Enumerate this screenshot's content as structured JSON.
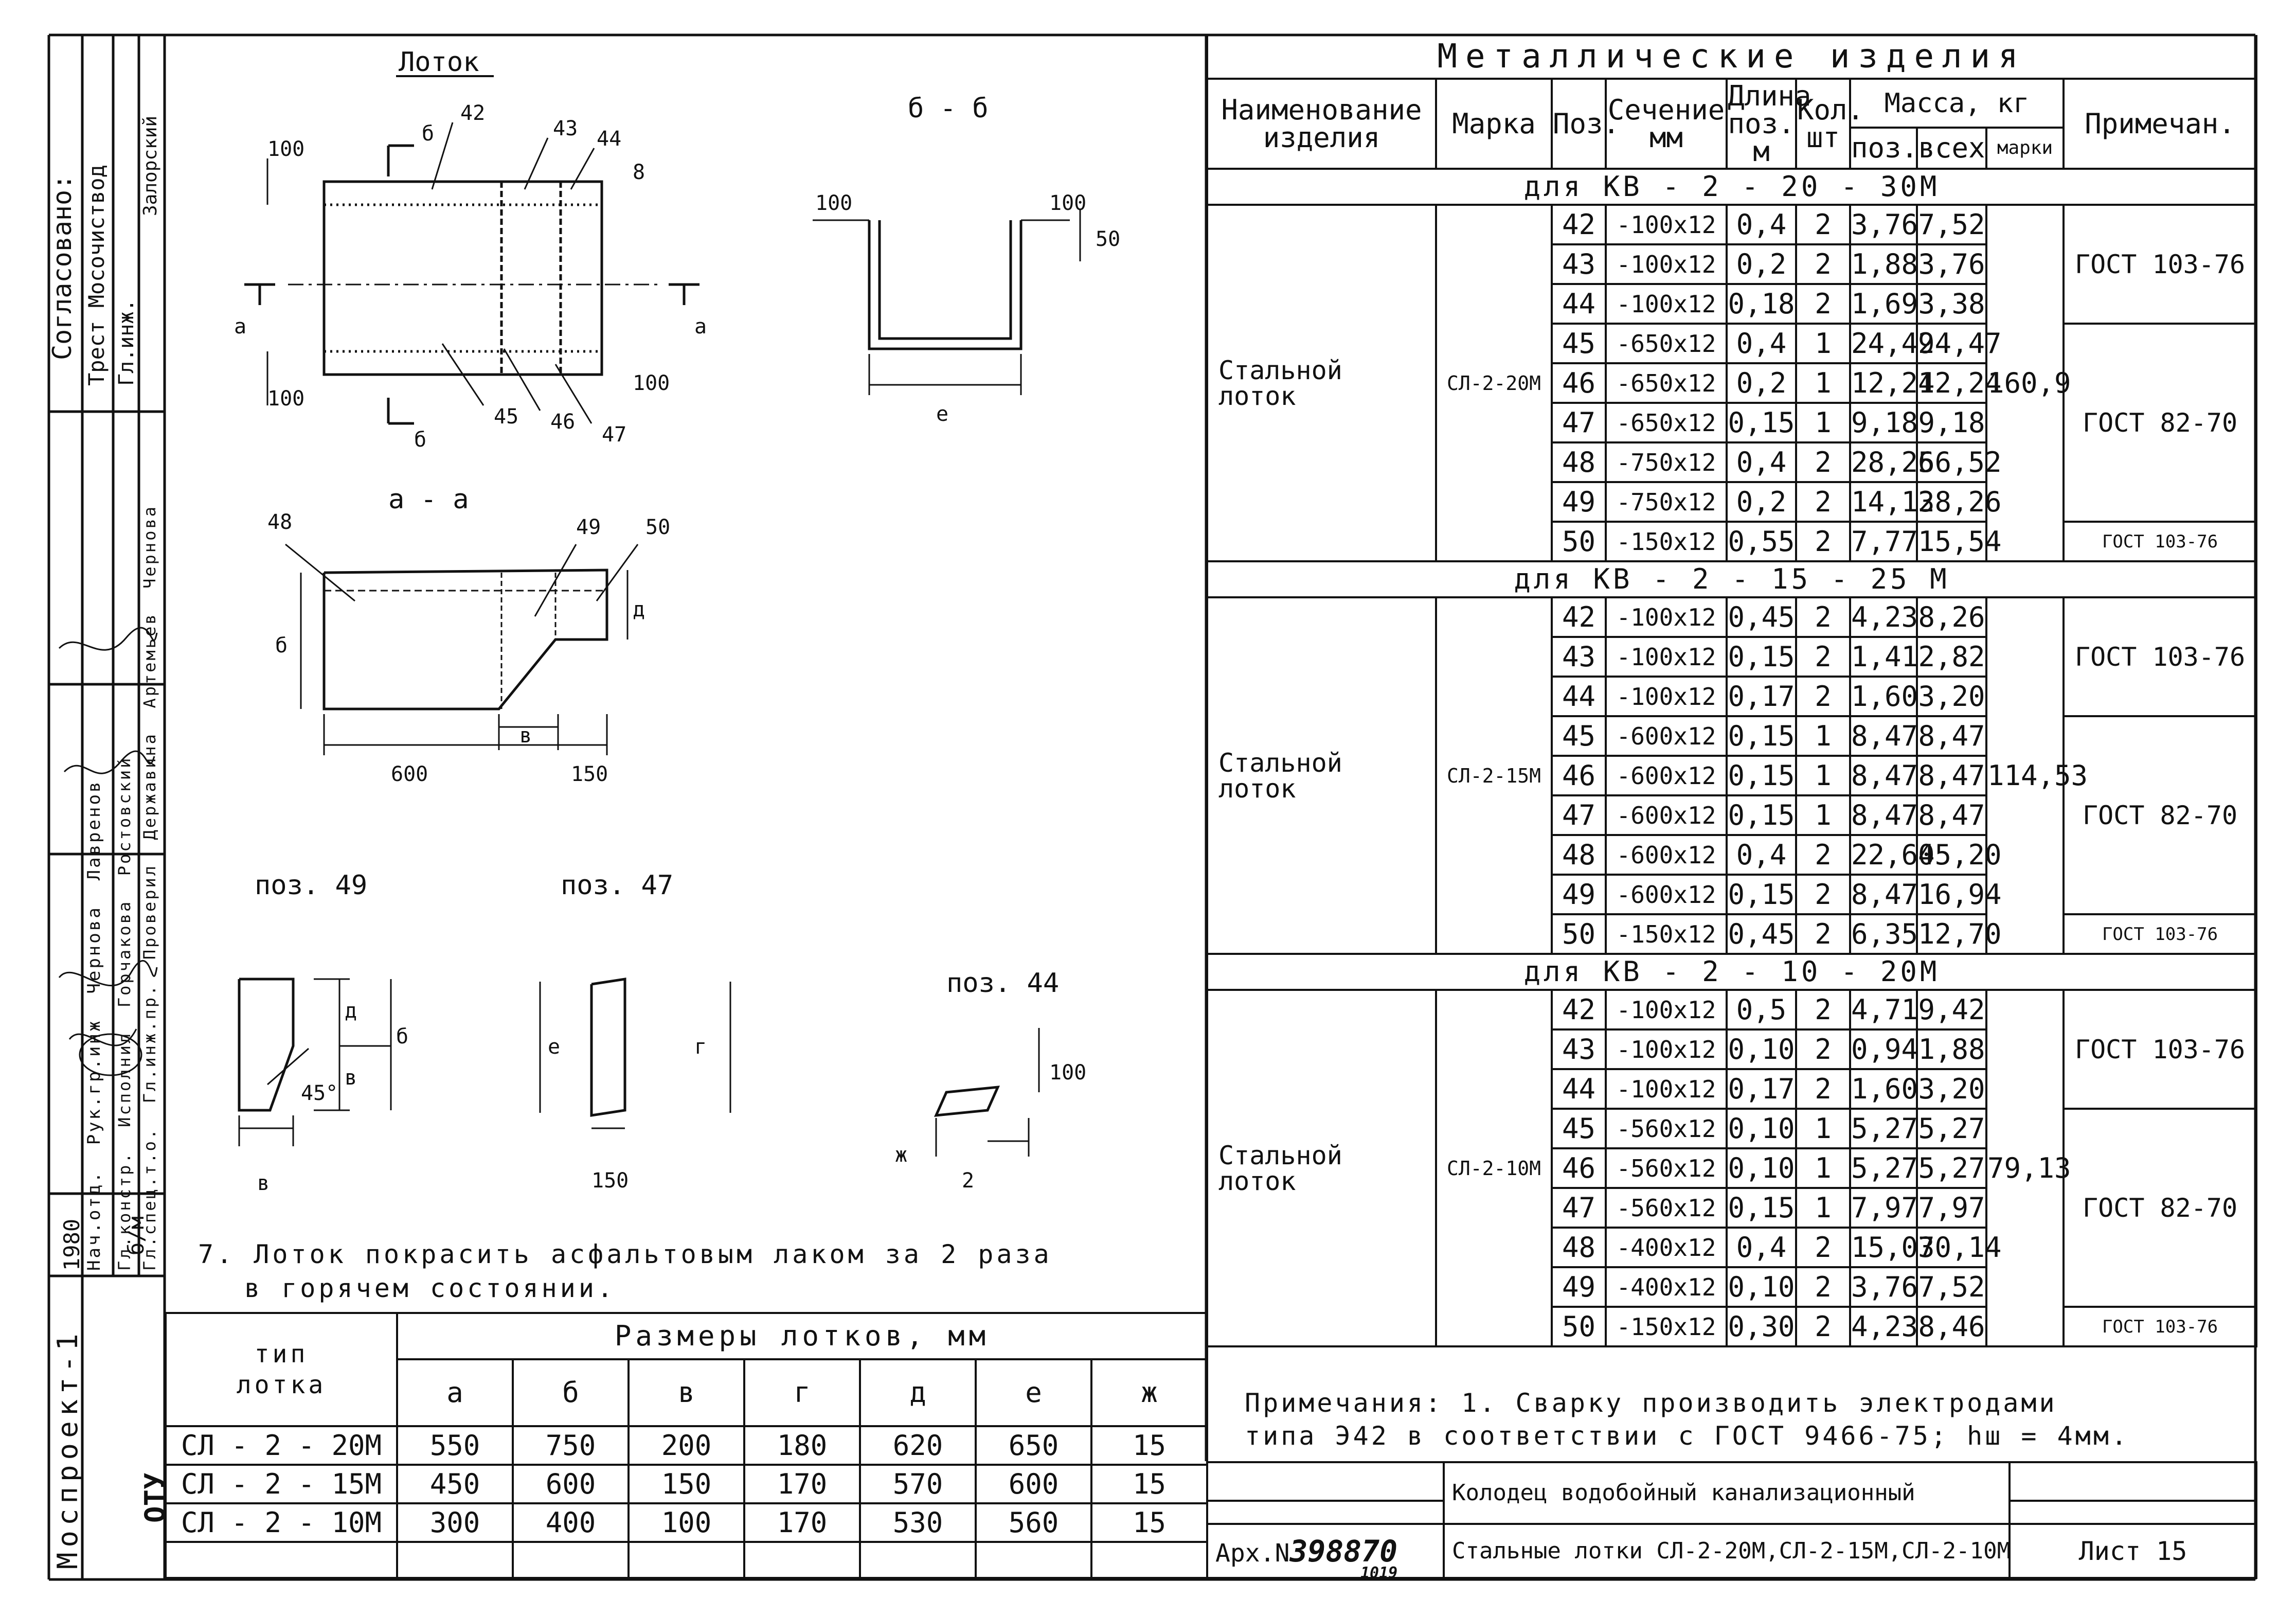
{
  "left_strip": {
    "approved_title": "Согласовано:",
    "org_lines": [
      "Трест Мосочиствод",
      "Гл.инж.",
      "Залорский"
    ],
    "roles": [
      "Нач.отд.",
      "Гл.констр.",
      "Гл.спец.т.о.",
      "Гл.инж.пр.",
      "Рук.гр.инж",
      "Исполнил",
      "Проверил",
      "Державина",
      "Горчакова",
      "Чернова",
      "Лавренов",
      "Ростовский",
      "Артемьев",
      "Чернова"
    ],
    "year": "1980",
    "unit": "б/м",
    "org": "Моспроект-1",
    "dept": "ОТУ"
  },
  "drawings": {
    "tray_title": "Лоток",
    "section_bb_title": "б - б",
    "section_aa_title": "а - а",
    "pos49_title": "поз. 49",
    "pos47_title": "поз. 47",
    "pos44_title": "поз. 44",
    "labels": {
      "p42": "42",
      "p43": "43",
      "p44": "44",
      "p45": "45",
      "p46": "46",
      "p47": "47",
      "p48": "48",
      "p49": "49",
      "p50": "50",
      "d100": "100",
      "d50": "50",
      "d600": "600",
      "d150": "150",
      "d8": "8",
      "a": "а",
      "b": "б",
      "v": "в",
      "g": "г",
      "d": "д",
      "e": "е",
      "zh": "ж",
      "angle": "45°"
    }
  },
  "note_paint": [
    "7. Лоток покрасить асфальтовым лаком за 2 раза",
    "в горячем состоянии."
  ],
  "dims_table": {
    "title": "Размеры лотков, мм",
    "type_header": [
      "тип",
      "лотка"
    ],
    "columns": [
      "а",
      "б",
      "в",
      "г",
      "д",
      "е",
      "ж"
    ],
    "rows": [
      {
        "type": "СЛ - 2 - 20М",
        "vals": [
          "550",
          "750",
          "200",
          "180",
          "620",
          "650",
          "15"
        ]
      },
      {
        "type": "СЛ - 2 - 15М",
        "vals": [
          "450",
          "600",
          "150",
          "170",
          "570",
          "600",
          "15"
        ]
      },
      {
        "type": "СЛ - 2 - 10М",
        "vals": [
          "300",
          "400",
          "100",
          "170",
          "530",
          "560",
          "15"
        ]
      }
    ]
  },
  "spec": {
    "title": "Металлические изделия",
    "headers": {
      "name": "Наименование изделия",
      "mark": "Марка",
      "pos": "Поз.",
      "section": "Сечение мм",
      "length": "Длина поз. м",
      "qty": "Кол. шт",
      "mass": "Масса, кг",
      "mass_pos": "поз.",
      "mass_all": "всех",
      "mass_mark": "марки",
      "note": "Примечан."
    },
    "groups": [
      {
        "label": "для  КВ - 2 - 20 - 30М",
        "name": "Стальной лоток",
        "mark": "СЛ-2-20М",
        "mass_mark": "160,9",
        "rows": [
          [
            "42",
            "-100х12",
            "0,4",
            "2",
            "3,76",
            "7,52"
          ],
          [
            "43",
            "-100х12",
            "0,2",
            "2",
            "1,88",
            "3,76"
          ],
          [
            "44",
            "-100х12",
            "0,18",
            "2",
            "1,69",
            "3,38"
          ],
          [
            "45",
            "-650х12",
            "0,4",
            "1",
            "24,49",
            "24,47"
          ],
          [
            "46",
            "-650х12",
            "0,2",
            "1",
            "12,24",
            "12,24"
          ],
          [
            "47",
            "-650х12",
            "0,15",
            "1",
            "9,18",
            "9,18"
          ],
          [
            "48",
            "-750х12",
            "0,4",
            "2",
            "28,26",
            "56,52"
          ],
          [
            "49",
            "-750х12",
            "0,2",
            "2",
            "14,13",
            "28,26"
          ],
          [
            "50",
            "-150х12",
            "0,55",
            "2",
            "7,77",
            "15,54"
          ]
        ],
        "notes": [
          "ГОСТ 103-76",
          "ГОСТ 82-70",
          "ГОСТ 103-76"
        ]
      },
      {
        "label": "для  КВ - 2 - 15 - 25 М",
        "name": "Стальной лоток",
        "mark": "СЛ-2-15М",
        "mass_mark": "114,53",
        "rows": [
          [
            "42",
            "-100х12",
            "0,45",
            "2",
            "4,23",
            "8,26"
          ],
          [
            "43",
            "-100х12",
            "0,15",
            "2",
            "1,41",
            "2,82"
          ],
          [
            "44",
            "-100х12",
            "0,17",
            "2",
            "1,60",
            "3,20"
          ],
          [
            "45",
            "-600х12",
            "0,15",
            "1",
            "8,47",
            "8,47"
          ],
          [
            "46",
            "-600х12",
            "0,15",
            "1",
            "8,47",
            "8,47"
          ],
          [
            "47",
            "-600х12",
            "0,15",
            "1",
            "8,47",
            "8,47"
          ],
          [
            "48",
            "-600х12",
            "0,4",
            "2",
            "22,60",
            "45,20"
          ],
          [
            "49",
            "-600х12",
            "0,15",
            "2",
            "8,47",
            "16,94"
          ],
          [
            "50",
            "-150х12",
            "0,45",
            "2",
            "6,35",
            "12,70"
          ]
        ],
        "notes": [
          "ГОСТ 103-76",
          "ГОСТ 82-70",
          "ГОСТ 103-76"
        ]
      },
      {
        "label": "для  КВ - 2 - 10 - 20М",
        "name": "Стальной лоток",
        "mark": "СЛ-2-10М",
        "mass_mark": "79,13",
        "rows": [
          [
            "42",
            "-100х12",
            "0,5",
            "2",
            "4,71",
            "9,42"
          ],
          [
            "43",
            "-100х12",
            "0,10",
            "2",
            "0,94",
            "1,88"
          ],
          [
            "44",
            "-100х12",
            "0,17",
            "2",
            "1,60",
            "3,20"
          ],
          [
            "45",
            "-560х12",
            "0,10",
            "1",
            "5,27",
            "5,27"
          ],
          [
            "46",
            "-560х12",
            "0,10",
            "1",
            "5,27",
            "5,27"
          ],
          [
            "47",
            "-560х12",
            "0,15",
            "1",
            "7,97",
            "7,97"
          ],
          [
            "48",
            "-400х12",
            "0,4",
            "2",
            "15,07",
            "30,14"
          ],
          [
            "49",
            "-400х12",
            "0,10",
            "2",
            "3,76",
            "7,52"
          ],
          [
            "50",
            "-150х12",
            "0,30",
            "2",
            "4,23",
            "8,46"
          ]
        ],
        "notes": [
          "ГОСТ 103-76",
          "ГОСТ 82-70",
          "ГОСТ 103-76"
        ]
      }
    ]
  },
  "footnote": [
    "Примечания: 1. Сварку производить электродами",
    "типа Э42 в соответствии с ГОСТ 9466-75; hш = 4мм."
  ],
  "title_block": {
    "title": "Колодец водобойный канализационный",
    "subtitle": "Стальные лотки СЛ-2-20М,СЛ-2-15М,СЛ-2-10М",
    "arch_label": "Арх.N",
    "arch_no": "398870",
    "arch_sub": "1019",
    "sheet": "Лист 15"
  }
}
